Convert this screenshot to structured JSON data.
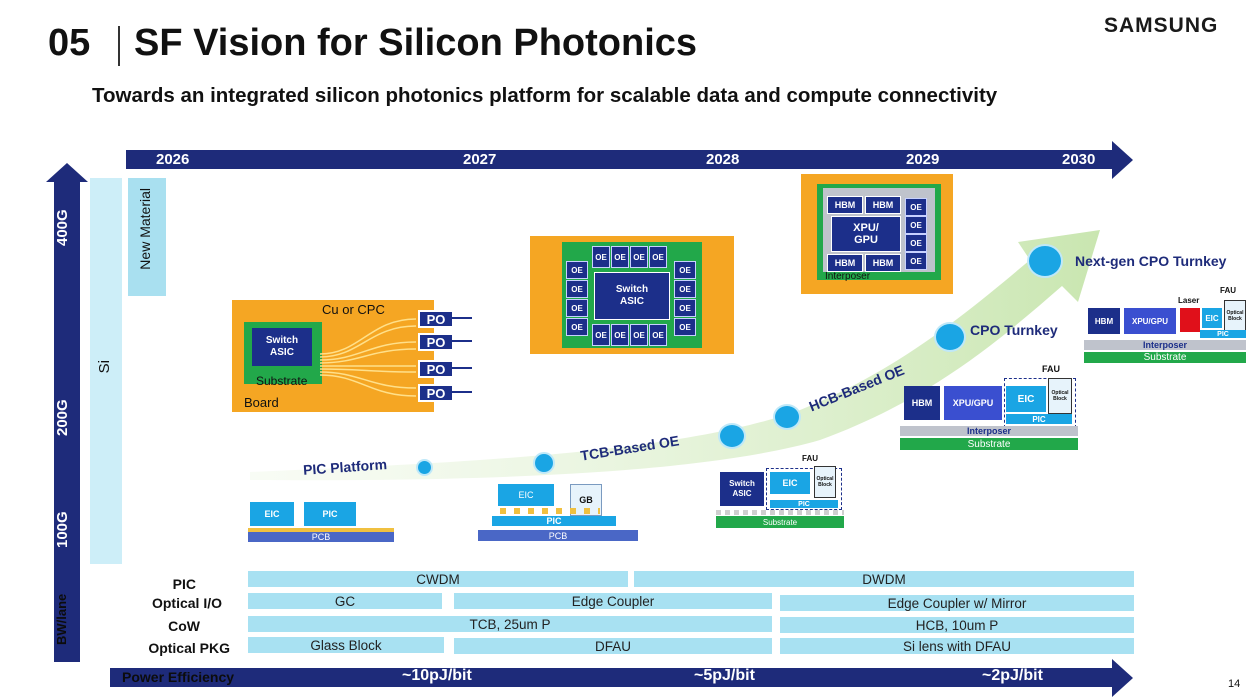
{
  "header": {
    "section_number": "05",
    "title": "SF Vision for Silicon Photonics",
    "brand": "SAMSUNG",
    "subtitle": "Towards an integrated silicon photonics platform for scalable data and compute connectivity"
  },
  "timeline": {
    "years": [
      "2026",
      "2027",
      "2028",
      "2029",
      "2030"
    ]
  },
  "bandwidth_axis": {
    "label": "BW/lane",
    "levels": [
      "100G",
      "200G",
      "400G"
    ]
  },
  "materials": {
    "si": "Si",
    "new_material": "New Material"
  },
  "stages": {
    "pic_platform": "PIC Platform",
    "tcb_oe": "TCB-Based OE",
    "hcb_oe": "HCB-Based OE",
    "cpo_turnkey": "CPO Turnkey",
    "next_gen": "Next-gen CPO Turnkey"
  },
  "board_diagram": {
    "switch": "Switch\nASIC",
    "substrate": "Substrate",
    "board": "Board",
    "link": "Cu or CPC",
    "po": [
      "PO",
      "PO",
      "PO",
      "PO"
    ]
  },
  "oe_diagram": {
    "switch": "Switch\nASIC",
    "oe": "OE"
  },
  "xpu_diagram": {
    "hbm": "HBM",
    "xpu": "XPU/\nGPU",
    "oe": "OE",
    "interposer": "Interposer"
  },
  "small_diagrams": {
    "eic": "EIC",
    "pic": "PIC",
    "pcb": "PCB",
    "gb": "GB",
    "switch": "Switch\nASIC",
    "fau": "FAU",
    "optical_block": "Optical\nBlock",
    "substrate": "Substrate",
    "hbm": "HBM",
    "xpu_gpu": "XPU/GPU",
    "interposer": "Interposer",
    "laser": "Laser"
  },
  "tech_rows": {
    "labels": [
      "PIC",
      "Optical I/O",
      "CoW",
      "Optical PKG"
    ],
    "pic": [
      "CWDM",
      "DWDM"
    ],
    "optical_io": [
      "GC",
      "Edge Coupler",
      "Edge Coupler w/ Mirror"
    ],
    "cow": [
      "TCB, 25um P",
      "HCB, 10um P"
    ],
    "optical_pkg": [
      "Glass Block",
      "DFAU",
      "Si lens with DFAU"
    ]
  },
  "power_efficiency": {
    "label": "Power Efficiency",
    "values": [
      "~10pJ/bit",
      "~5pJ/bit",
      "~2pJ/bit"
    ]
  },
  "page_number": "14",
  "colors": {
    "navy": "#1e2b7a",
    "chip_blue": "#1c2f8a",
    "light_blue": "#a8e1f2",
    "orange": "#f5a623",
    "cyan_dot": "#1aa5e4",
    "green": "#22a84a"
  }
}
